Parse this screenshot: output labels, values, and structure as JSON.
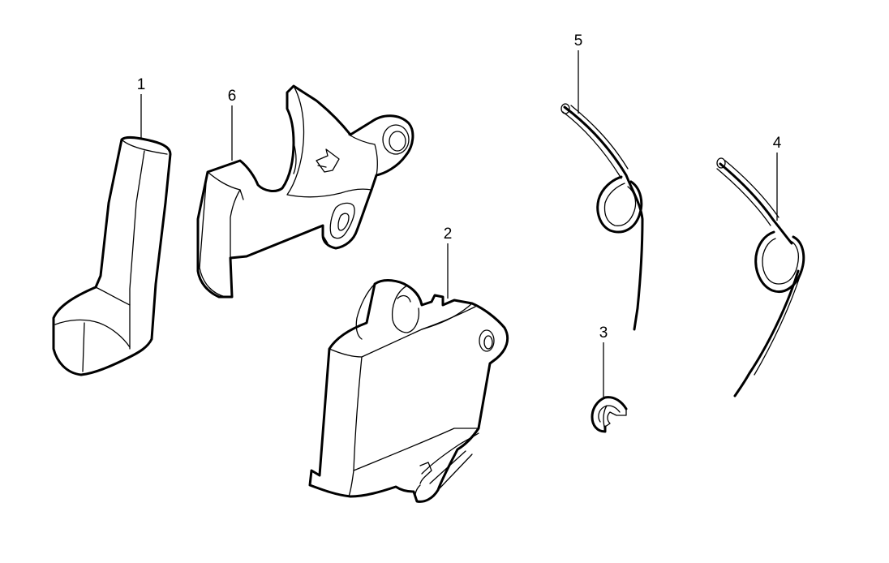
{
  "callouts": {
    "c1": "1",
    "c2": "2",
    "c3": "3",
    "c4": "4",
    "c5": "5",
    "c6": "6"
  },
  "colors": {
    "stroke": "#000000",
    "background": "#ffffff"
  }
}
